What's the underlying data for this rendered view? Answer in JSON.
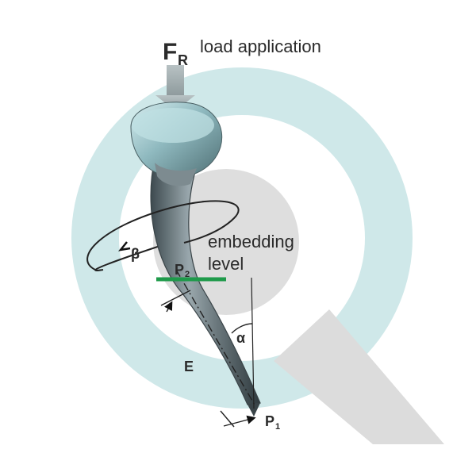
{
  "diagram": {
    "load_symbol": "F",
    "load_subscript": "R",
    "load_text": "load application",
    "embedding_line1": "embedding",
    "embedding_line2": "level",
    "beta": "β",
    "alpha": "α",
    "point_p2": "P",
    "point_p2_sub": "2",
    "point_p1": "P",
    "point_p1_sub": "1",
    "label_e": "E"
  },
  "colors": {
    "background": "#ffffff",
    "watermark_ring": "#cfe8e9",
    "watermark_center": "#dedede",
    "watermark_tail": "#dcdcdc",
    "embedding_line": "#1e9a4a",
    "arrow": "#9aa4a6",
    "stem": "#6e7b80"
  },
  "icons": {
    "background_logo": "q-logo-watermark",
    "implant": "hip-prosthesis-stem"
  }
}
